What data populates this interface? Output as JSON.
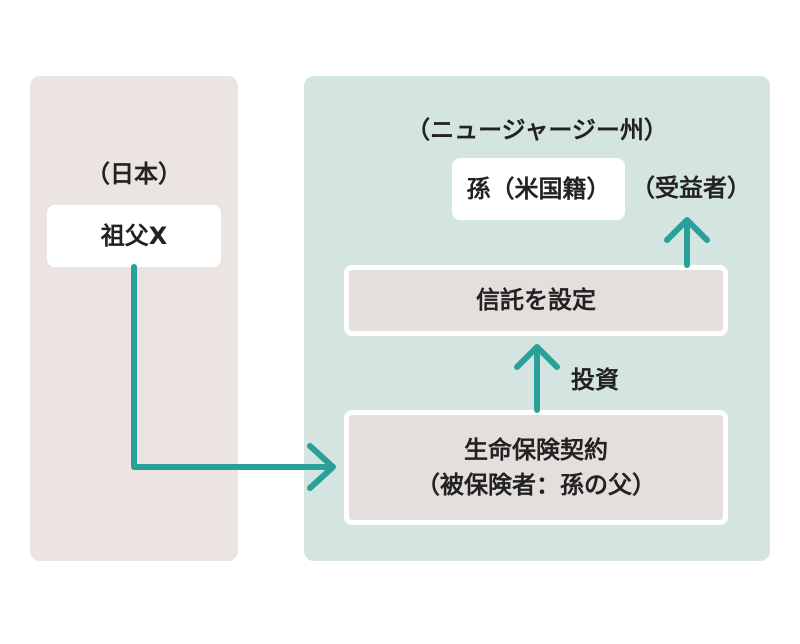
{
  "regions": {
    "japan": "（日本）",
    "new_jersey": "（ニュージャージー州）"
  },
  "nodes": {
    "grandfather": "祖父X",
    "grandchild": "孫（米国籍）",
    "trust": "信託を設定",
    "insurance_line1": "生命保険契約",
    "insurance_line2": "（被保険者：孫の父）"
  },
  "labels": {
    "beneficiary": "（受益者）",
    "investment": "投資"
  },
  "colors": {
    "japan_panel": "#ebe4e0",
    "nj_panel": "#d3e4e1",
    "node_white": "#ffffff",
    "node_gray": "#e4dfdc",
    "arrow": "#2aa198"
  }
}
